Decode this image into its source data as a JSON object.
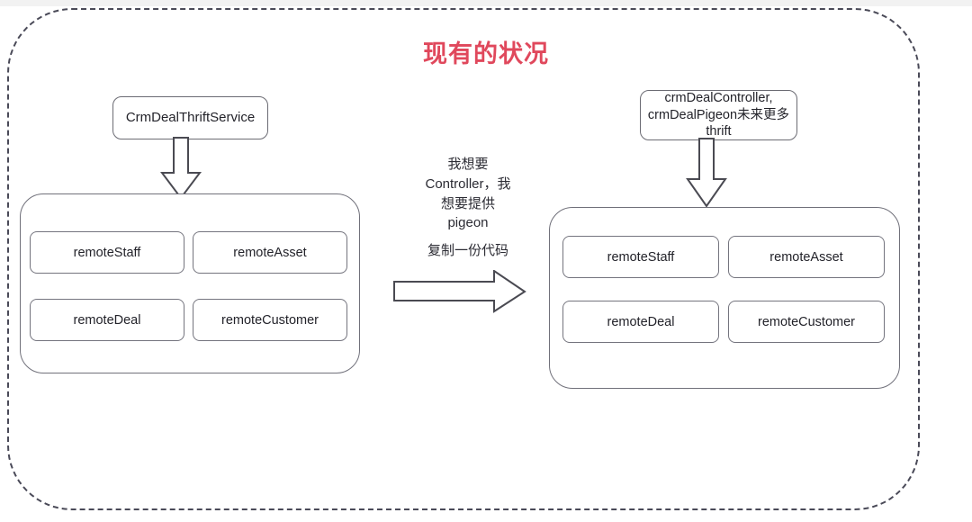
{
  "diagram": {
    "title": "现有的状况",
    "title_color": "#e0485c",
    "frame": {
      "style": "dashed-rounded-rectangle"
    },
    "left_side": {
      "service_box": "CrmDealThriftService",
      "arrow": "hollow-down-arrow",
      "group_label": "",
      "cells": [
        "remoteStaff",
        "remoteAsset",
        "remoteDeal",
        "remoteCustomer"
      ]
    },
    "middle": {
      "want_text": "我想要\nController，我\n想要提供\npigeon",
      "copy_text": "复制一份代码",
      "arrow": "hollow-right-arrow"
    },
    "right_side": {
      "service_box": "crmDealController,\ncrmDealPigeon未来更多\nthrift",
      "arrow": "hollow-down-arrow",
      "group_label": "",
      "cells": [
        "remoteStaff",
        "remoteAsset",
        "remoteDeal",
        "remoteCustomer"
      ]
    }
  }
}
